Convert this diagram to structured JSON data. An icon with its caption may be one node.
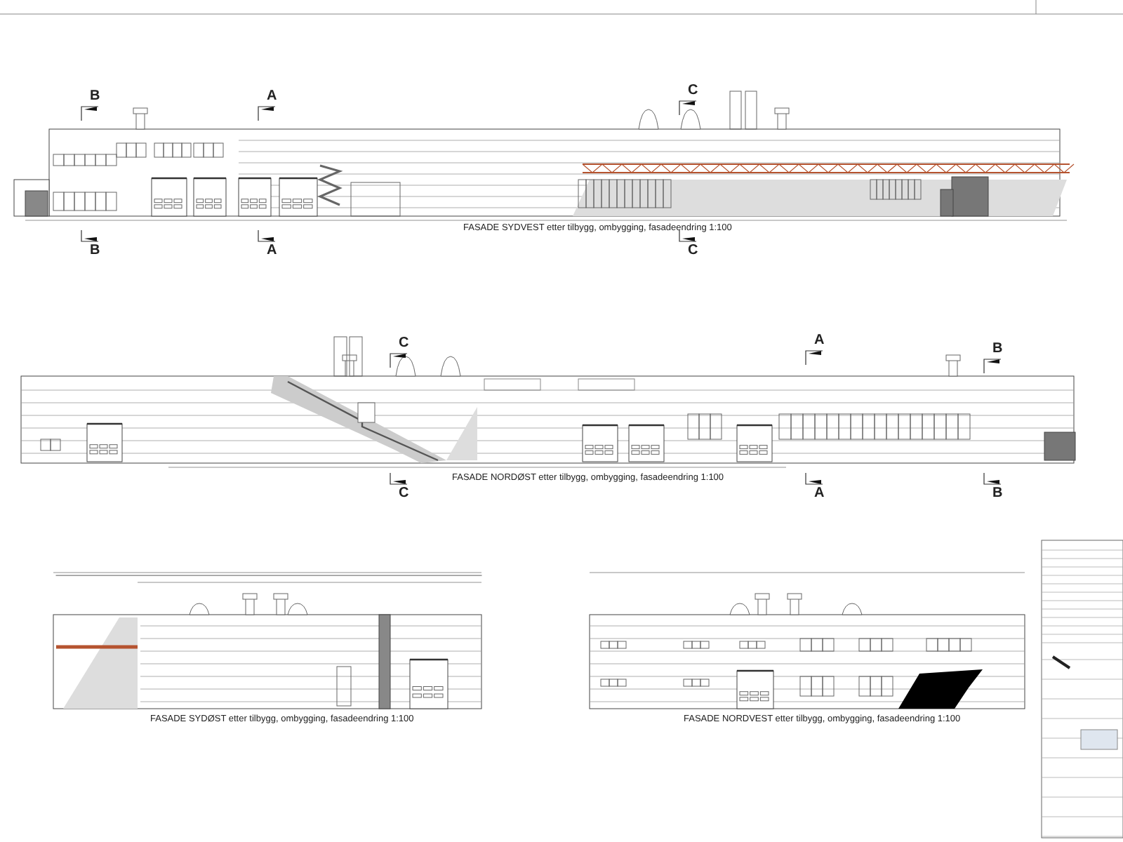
{
  "diagram": {
    "labels": [
      "B",
      "A",
      "C",
      "FASADE SYDVEST etter tilbygg, ombygging, fasadeendring 1:100",
      "B",
      "A",
      "C",
      "C",
      "A",
      "B",
      "FASADE NORDØST etter tilbygg, ombygging, fasadeendring 1:100",
      "C",
      "A",
      "B",
      "FASADE SYDØST etter tilbygg, ombygging, fasadeendring 1:100",
      "FASADE NORDVEST etter tilbygg, ombygging, fasadeendring 1:100"
    ]
  }
}
